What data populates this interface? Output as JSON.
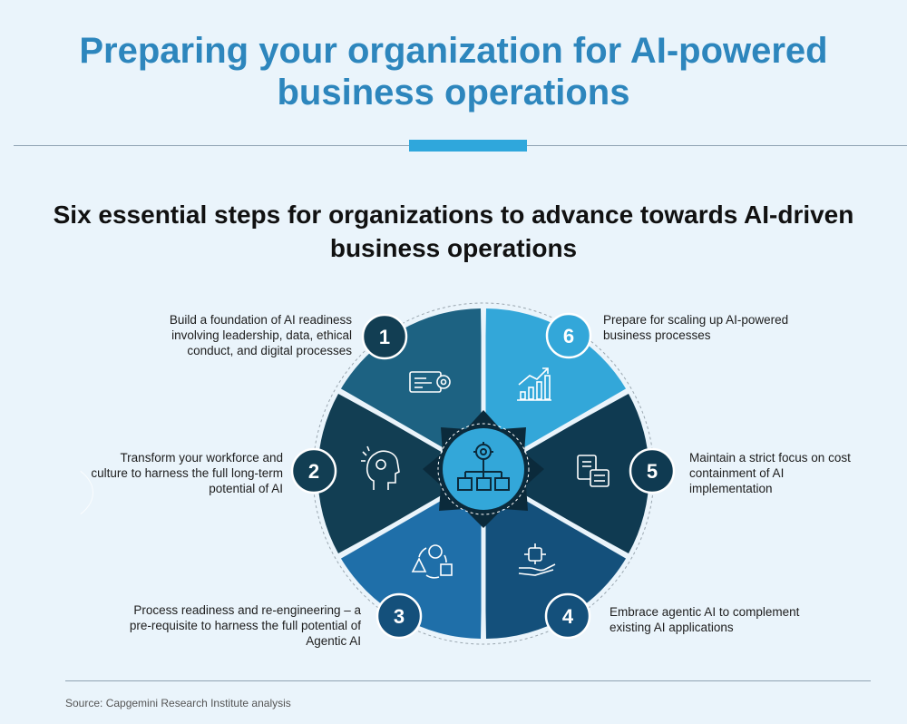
{
  "title": "Preparing your organization for AI-powered business operations",
  "subtitle": "Six essential steps for organizations to advance towards AI-driven business operations",
  "steps": [
    {
      "number": "1",
      "text": "Build a foundation of AI readiness involving leadership, data, ethical conduct, and digital processes"
    },
    {
      "number": "2",
      "text": "Transform your workforce and culture to harness the full long-term potential of AI"
    },
    {
      "number": "3",
      "text": "Process readiness and re-engineering – a pre-requisite to harness the full potential of Agentic AI"
    },
    {
      "number": "4",
      "text": "Embrace agentic AI to complement existing AI applications"
    },
    {
      "number": "5",
      "text": "Maintain a strict focus on cost containment of AI implementation"
    },
    {
      "number": "6",
      "text": "Prepare for scaling up AI-powered business processes"
    }
  ],
  "source": "Source: Capgemini Research Institute analysis",
  "colors": {
    "title": "#2d86bd",
    "accent": "#2fa7dc",
    "segment_1": "#1d6282",
    "segment_2": "#123e53",
    "segment_3": "#1f6fa9",
    "segment_4": "#14507b",
    "segment_5": "#0f3a51",
    "segment_6": "#33a7d9"
  }
}
